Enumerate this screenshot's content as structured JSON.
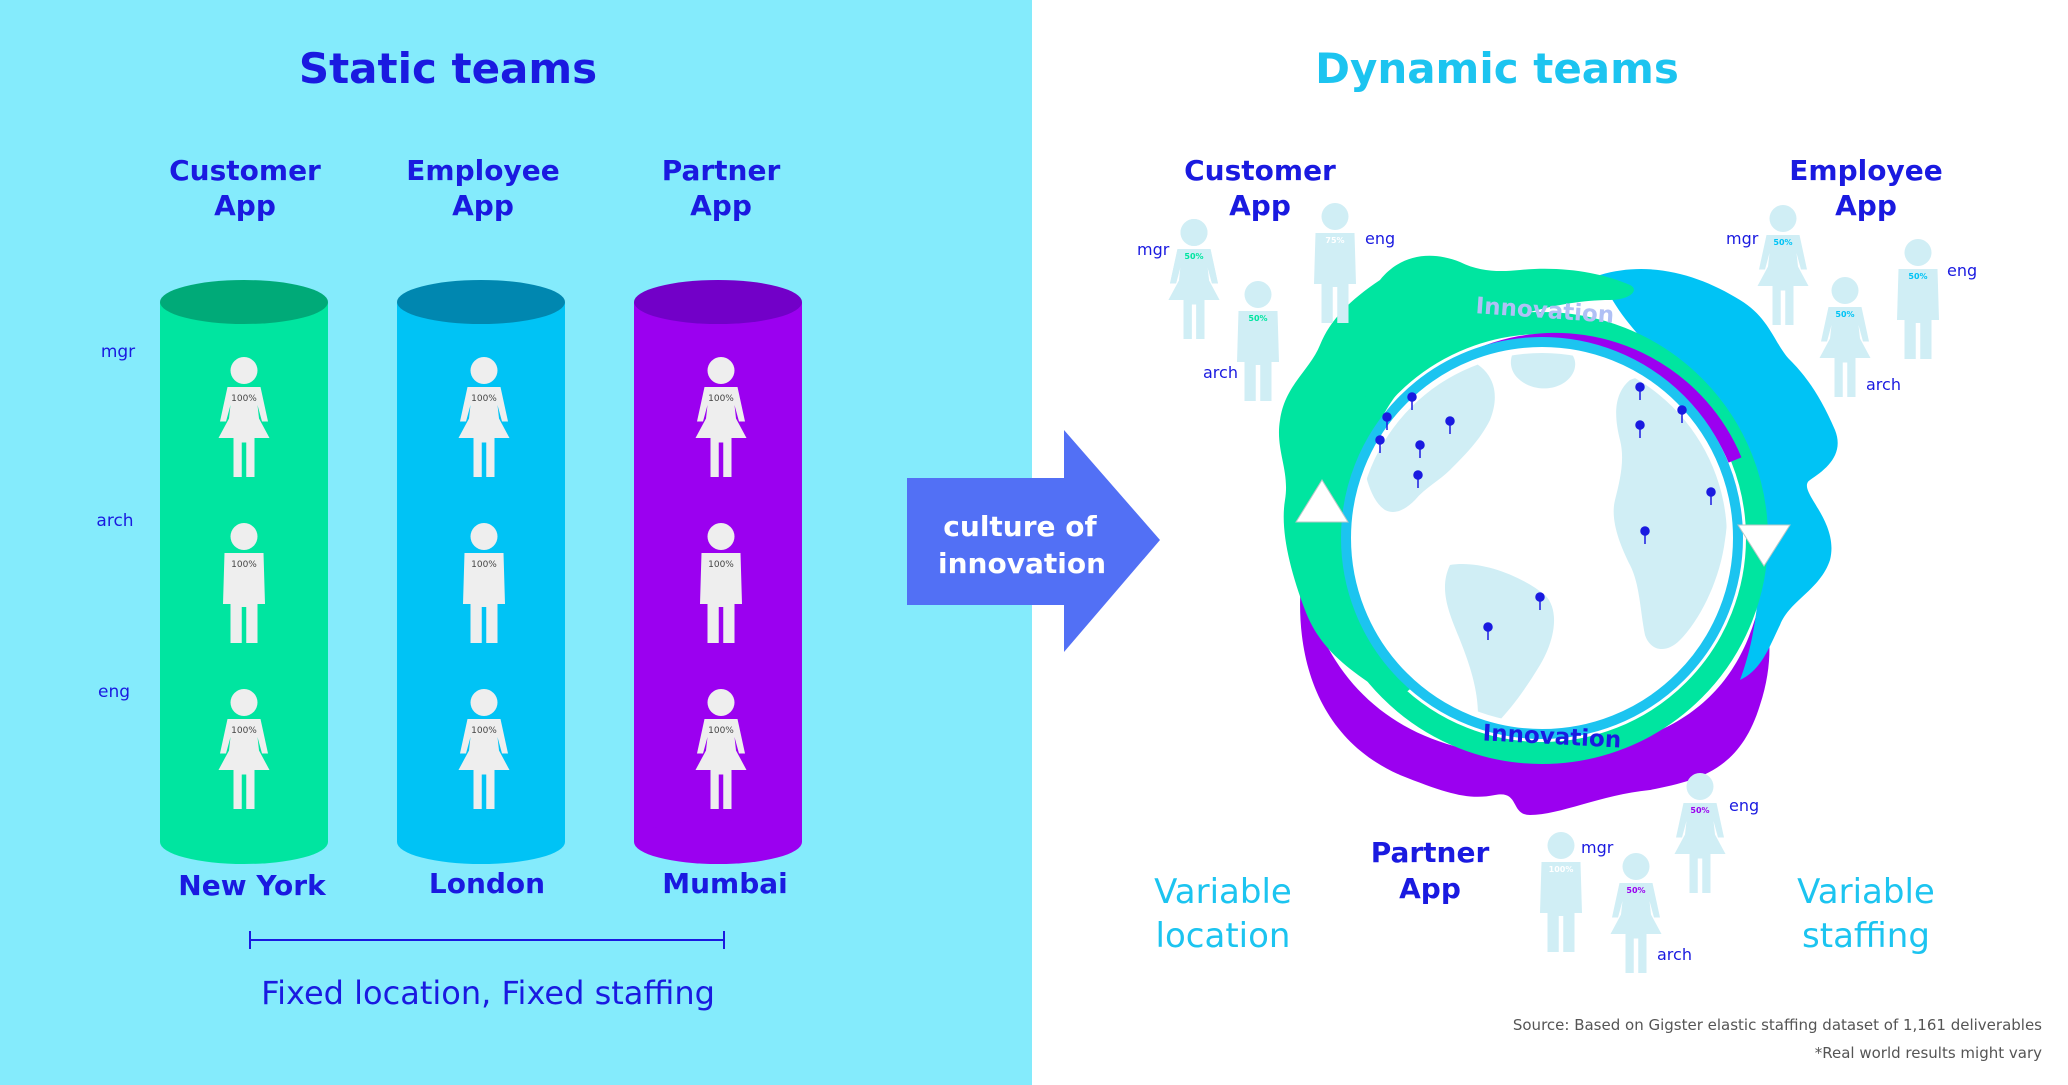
{
  "colors": {
    "left_bg": "#84EBFC",
    "navy": "#1A1AE0",
    "cyan": "#1CC4F0",
    "green": "#00E5A0",
    "blue": "#00C3F5",
    "purple": "#9B00F0",
    "person": "#EEEEEE",
    "arrow": "#5270F5",
    "globe": "#D0EEF5"
  },
  "static": {
    "title": "Static teams",
    "roles": [
      "mgr",
      "arch",
      "eng"
    ],
    "teams": [
      {
        "name_line1": "Customer",
        "name_line2": "App",
        "city": "New York",
        "allocations": [
          "100%",
          "100%",
          "100%"
        ]
      },
      {
        "name_line1": "Employee",
        "name_line2": "App",
        "city": "London",
        "allocations": [
          "100%",
          "100%",
          "100%"
        ]
      },
      {
        "name_line1": "Partner",
        "name_line2": "App",
        "city": "Mumbai",
        "allocations": [
          "100%",
          "100%",
          "100%"
        ]
      }
    ],
    "caption": "Fixed location, Fixed staffing"
  },
  "arrow": {
    "line1": "culture of",
    "line2": "innovation"
  },
  "dynamic": {
    "title": "Dynamic teams",
    "customer": {
      "line1": "Customer",
      "line2": "App",
      "mgr": "mgr",
      "arch": "arch",
      "eng": "eng",
      "mgr_pct": "50%",
      "arch_pct": "50%",
      "eng_pct": "75%"
    },
    "employee": {
      "line1": "Employee",
      "line2": "App",
      "mgr": "mgr",
      "arch": "arch",
      "eng": "eng",
      "mgr_pct": "50%",
      "arch_pct": "50%",
      "eng_pct": "50%"
    },
    "partner": {
      "line1": "Partner",
      "line2": "App",
      "mgr": "mgr",
      "arch": "arch",
      "eng": "eng",
      "mgr_pct": "100%",
      "arch_pct": "50%",
      "eng_pct": "50%"
    },
    "innovation_top": "Innovation",
    "innovation_bottom": "Innovation",
    "variable_location_1": "Variable",
    "variable_location_2": "location",
    "variable_staffing_1": "Variable",
    "variable_staffing_2": "staffing",
    "source": "Source: Based on Gigster elastic staffing dataset of 1,161 deliverables",
    "disclaimer": "*Real world results might vary"
  }
}
